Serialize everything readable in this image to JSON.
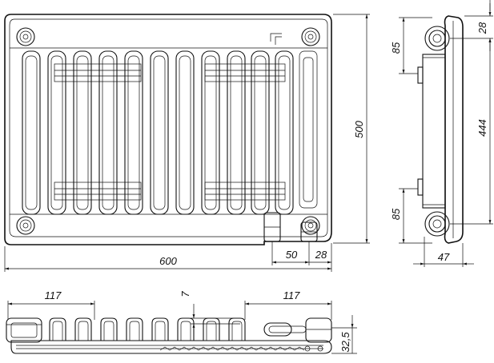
{
  "front_view": {
    "width_label": "600",
    "height_label": "500",
    "offset_left_label": "50",
    "offset_right_label": "28"
  },
  "side_view": {
    "top_offset_label": "28",
    "upper_label": "85",
    "center_label": "444",
    "lower_label": "85",
    "depth_label": "47"
  },
  "top_view": {
    "left_label": "117",
    "right_label": "117",
    "small_label": "7",
    "depth_label": "32,5"
  }
}
